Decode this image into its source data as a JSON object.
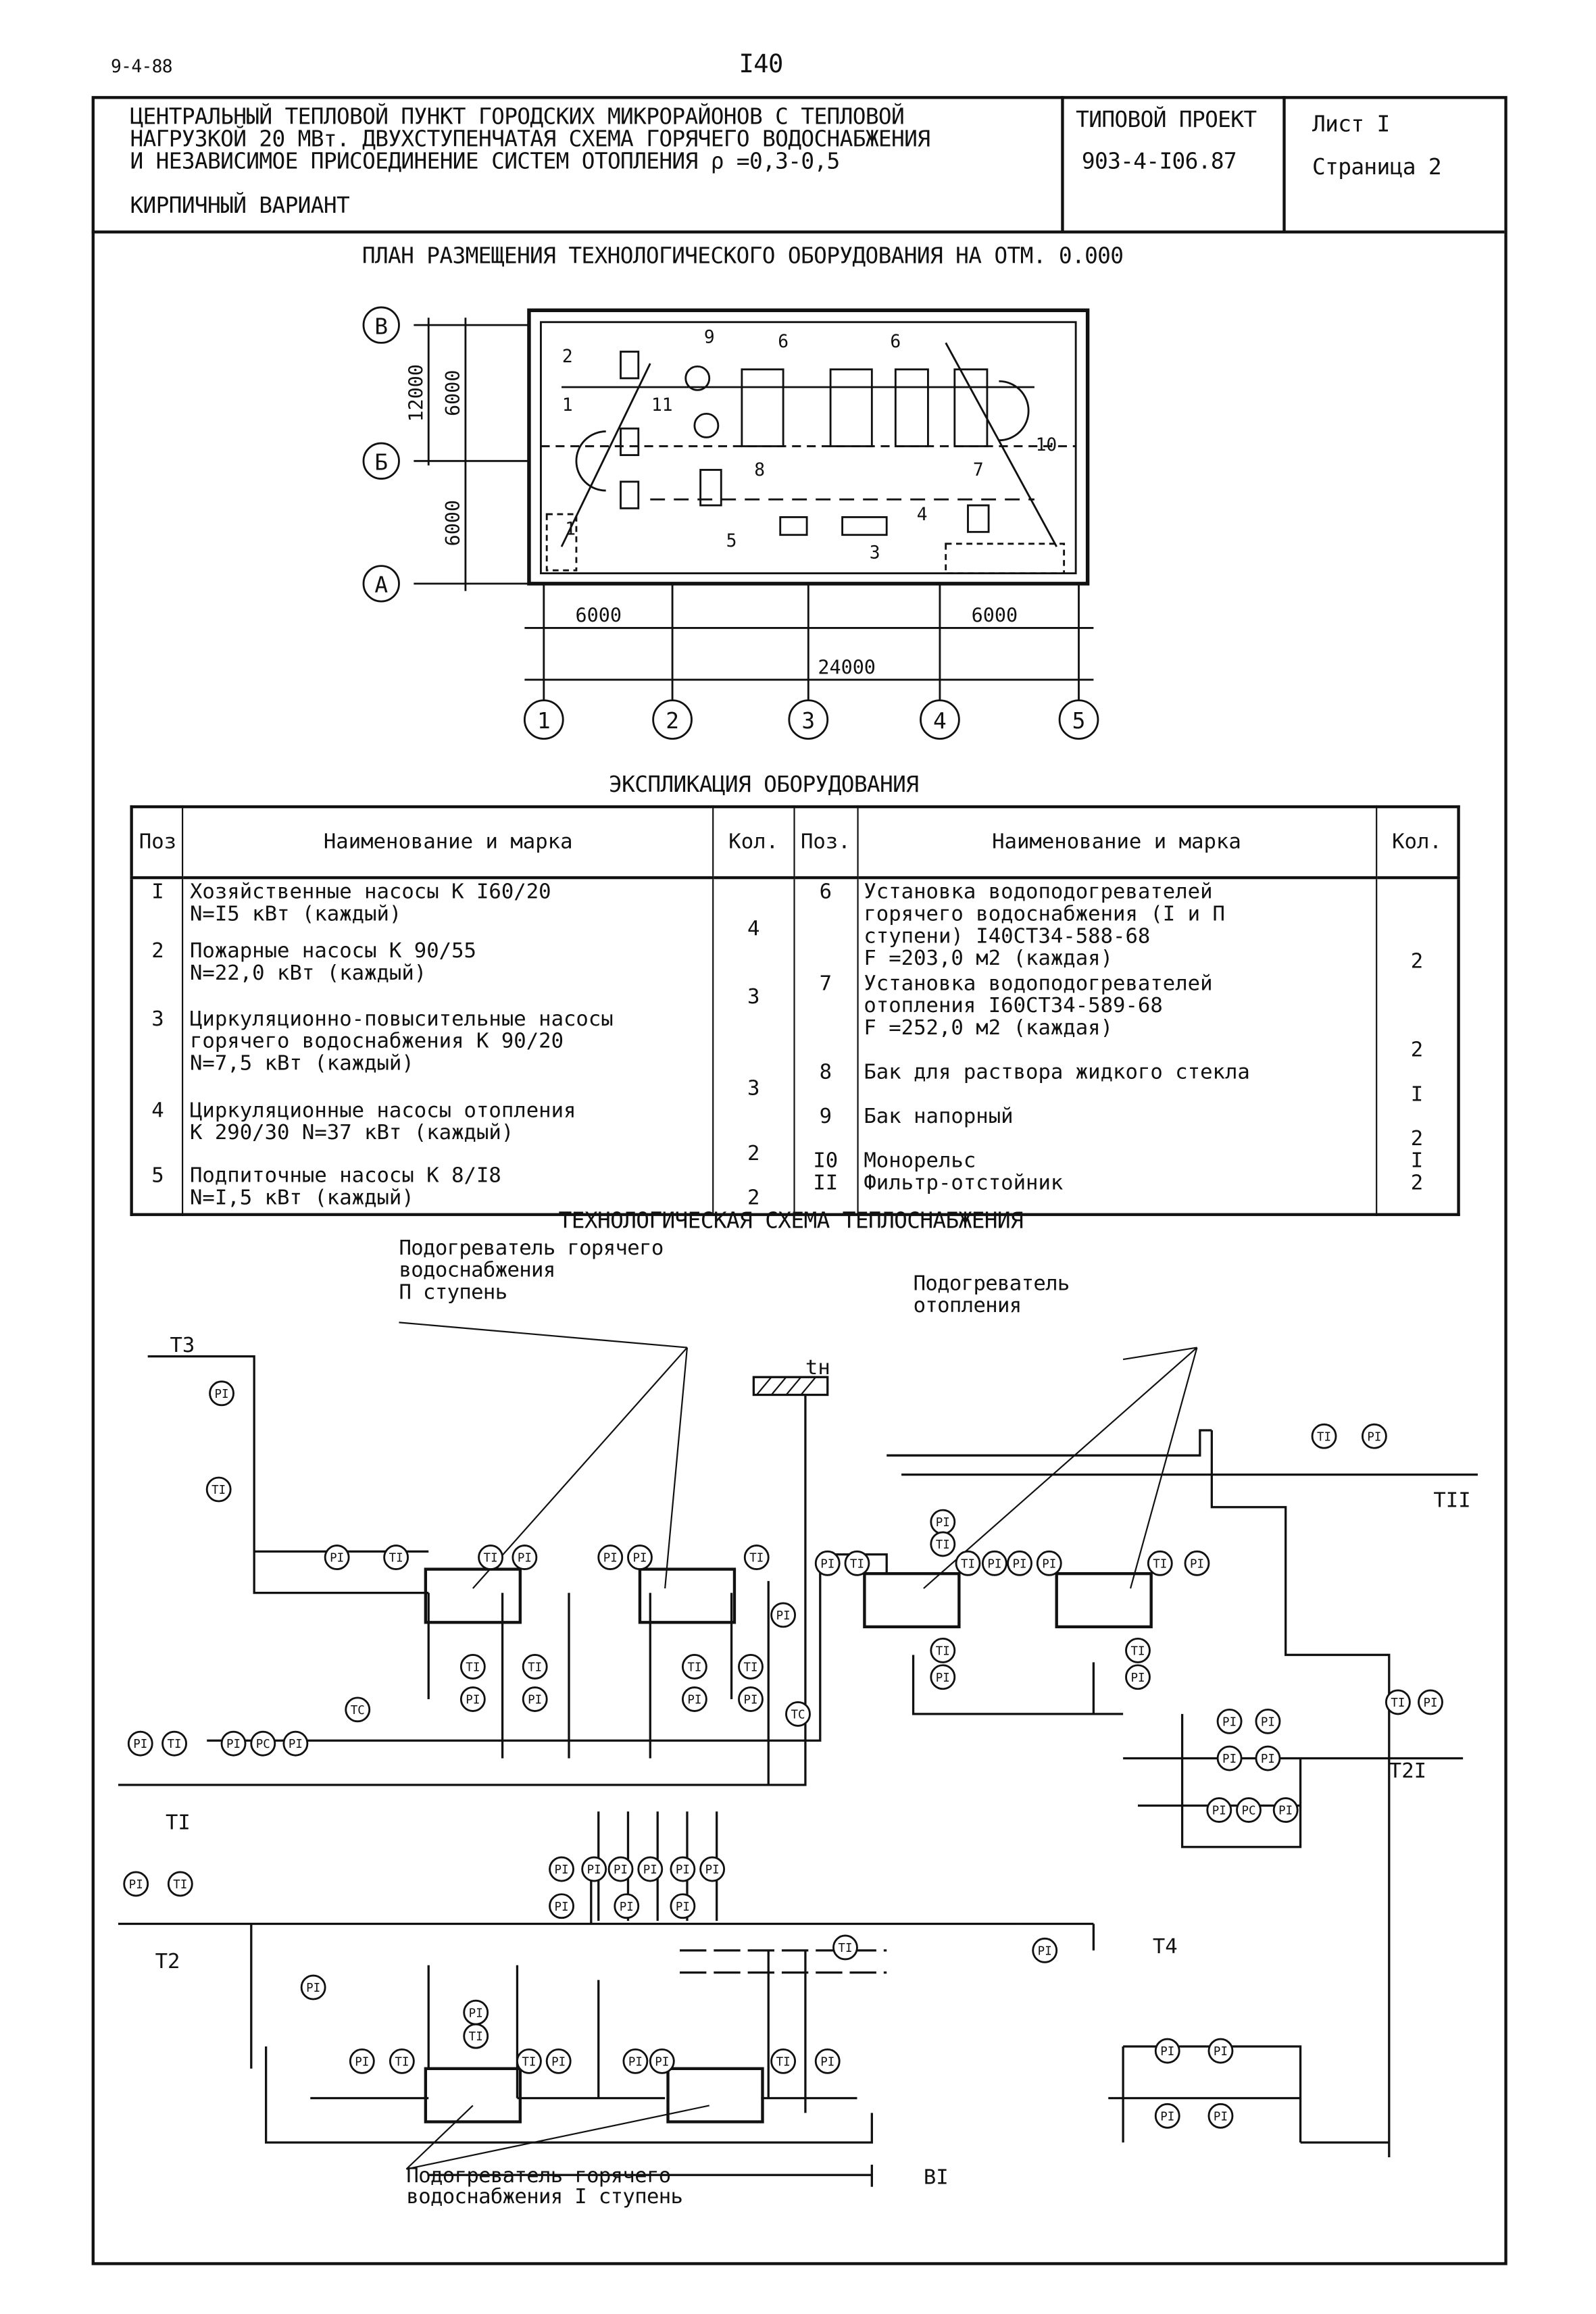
{
  "header": {
    "date": "9-4-88",
    "page_number": "I40"
  },
  "title_block": {
    "title": "ЦЕНТРАЛЬНЫЙ ТЕПЛОВОЙ ПУНКТ ГОРОДСКИХ МИКРОРАЙОНОВ С ТЕПЛОВОЙ\nНАГРУЗКОЙ 20 МВт. ДВУХСТУПЕНЧАТАЯ СХЕМА ГОРЯЧЕГО ВОДОСНАБЖЕНИЯ\nИ НЕЗАВИСИМОЕ ПРИСОЕДИНЕНИЕ СИСТЕМ ОТОПЛЕНИЯ   ρ =0,3-0,5",
    "variant": "КИРПИЧНЫЙ ВАРИАНТ",
    "project_label": "ТИПОВОЙ ПРОЕКТ",
    "project_code": "903-4-I06.87",
    "sheet": "Лист I",
    "page": "Страница 2"
  },
  "plan": {
    "title": "ПЛАН РАЗМЕЩЕНИЯ ТЕХНОЛОГИЧЕСКОГО ОБОРУДОВАНИЯ НА ОТМ. 0.000",
    "row_axes": [
      "В",
      "Б",
      "А"
    ],
    "column_axes": [
      "1",
      "2",
      "3",
      "4",
      "5"
    ],
    "dimensions": {
      "total_height": "12000",
      "upper": "6000",
      "lower": "6000",
      "left_bay": "6000",
      "right_bay": "6000",
      "total_width": "24000"
    },
    "markers": [
      "2",
      "9",
      "6",
      "6",
      "1",
      "11",
      "8",
      "7",
      "10",
      "1",
      "5",
      "3",
      "4"
    ]
  },
  "explication": {
    "title": "ЭКСПЛИКАЦИЯ ОБОРУДОВАНИЯ",
    "headers": {
      "pos_left": "Поз",
      "name_left": "Наименование и марка",
      "qty_left": "Кол.",
      "pos_right": "Поз.",
      "name_right": "Наименование и марка",
      "qty_right": "Кол."
    },
    "left": [
      {
        "pos": "I",
        "name": "Хозяйственные насосы К I60/20\nN=I5 кВт (каждый)",
        "qty": "4"
      },
      {
        "pos": "2",
        "name": "Пожарные насосы К 90/55\nN=22,0 кВт (каждый)",
        "qty": "3"
      },
      {
        "pos": "3",
        "name": "Циркуляционно-повысительные насосы\nгорячего водоснабжения К 90/20\nN=7,5 кВт (каждый)",
        "qty": "3"
      },
      {
        "pos": "4",
        "name": "Циркуляционные насосы отопления\nК 290/30 N=37 кВт (каждый)",
        "qty": "2"
      },
      {
        "pos": "5",
        "name": "Подпиточные насосы К 8/I8\nN=I,5 кВт (каждый)",
        "qty": "2"
      }
    ],
    "right": [
      {
        "pos": "6",
        "name": "Установка водоподогревателей\nгорячего водоснабжения (I и П\nступени) I40СТ34-588-68\n  F =203,0 м2 (каждая)",
        "qty": "2"
      },
      {
        "pos": "7",
        "name": "Установка водоподогревателей\nотопления I60СТ34-589-68\n  F =252,0 м2 (каждая)",
        "qty": "2"
      },
      {
        "pos": "8",
        "name": "Бак для раствора жидкого стекла",
        "qty": "I"
      },
      {
        "pos": "9",
        "name": "Бак напорный",
        "qty": "2"
      },
      {
        "pos": "I0",
        "name": "Монорельс",
        "qty": "I"
      },
      {
        "pos": "II",
        "name": "Фильтр-отстойник",
        "qty": "2"
      }
    ]
  },
  "scheme": {
    "title": "ТЕХНОЛОГИЧЕСКАЯ СХЕМА ТЕПЛОСНАБЖЕНИЯ",
    "label_hw2": "Подогреватель горячего\nводоснабжения\nП ступень",
    "label_heating": "Подогреватель\nотопления",
    "label_hw1": "Подогреватель горячего\nводоснабжения I ступень",
    "pipes": {
      "t3": "Т3",
      "t11": "ТII",
      "t1": "ТI",
      "t21": "Т2I",
      "t2": "Т2",
      "t4": "Т4",
      "b1": "ВI",
      "tn": "tн"
    },
    "instruments": [
      "PI",
      "TI",
      "TC",
      "PC"
    ]
  }
}
